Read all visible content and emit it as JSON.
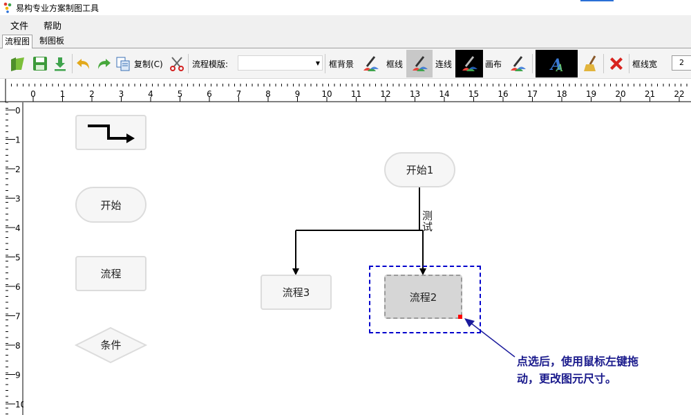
{
  "window": {
    "title": "易构专业方案制图工具"
  },
  "menu": {
    "items": [
      "文件",
      "帮助"
    ]
  },
  "tabs": [
    {
      "label": "流程图",
      "active": true
    },
    {
      "label": "制图板",
      "active": false
    }
  ],
  "toolbar": {
    "copy_label": "复制(C)",
    "template_label": "流程模版:",
    "template_value": "",
    "box_bg_label": "框背景",
    "box_line_label": "框线",
    "connector_label": "连线",
    "canvas_label": "画布",
    "line_width_label": "框线宽",
    "line_width_value": "2"
  },
  "ruler": {
    "top_ticks": [
      "0",
      "1",
      "2",
      "3",
      "4",
      "5",
      "6",
      "7",
      "8",
      "9",
      "10",
      "11",
      "12",
      "13",
      "14",
      "15",
      "16",
      "17",
      "18",
      "19",
      "20",
      "21",
      "22"
    ],
    "left_ticks": [
      "0",
      "1",
      "2",
      "3",
      "4",
      "5",
      "6",
      "7",
      "8",
      "9",
      "10"
    ]
  },
  "palette": {
    "start_label": "开始",
    "process_label": "流程",
    "condition_label": "条件"
  },
  "diagram": {
    "start_node": "开始1",
    "edge_label": "测试",
    "process_left": "流程3",
    "process_selected": "流程2"
  },
  "annotation": {
    "line1": "点选后，使用鼠标左键拖",
    "line2": "动，更改图元尺寸。"
  },
  "colors": {
    "selection": "#0000cc",
    "annotation_text": "#1a1a8c",
    "resize_handle": "#ff0000"
  }
}
